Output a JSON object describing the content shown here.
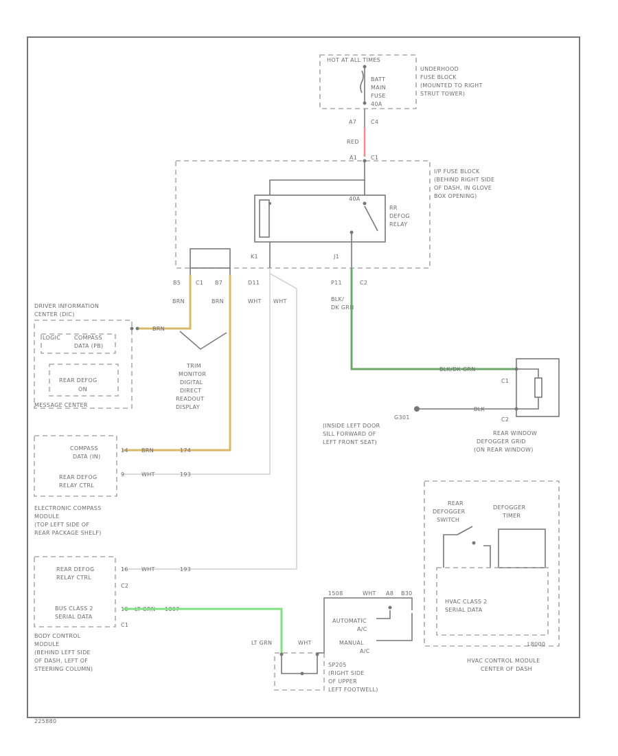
{
  "labels": {
    "hot_at_all_times": "HOT AT ALL TIMES",
    "batt": "BATT",
    "main": "MAIN",
    "fuse": "FUSE",
    "amp": "40A",
    "underhood_1": "UNDERHOOD",
    "underhood_2": "FUSE BLOCK",
    "underhood_3": "(MOUNTED TO RIGHT",
    "underhood_4": "STRUT TOWER)",
    "pin_a7": "A7",
    "pin_c4": "C4",
    "red": "RED",
    "ip_pin_a1": "A1",
    "ip_pin_c1": "C1",
    "ip_fuse_1": "I/P FUSE BLOCK",
    "ip_fuse_2": "(BEHIND RIGHT SIDE",
    "ip_fuse_3": "OF DASH, IN GLOVE",
    "ip_fuse_4": "BOX OPENING)",
    "relay_amp": "40A",
    "relay_1": "RR",
    "relay_2": "DEFOG",
    "relay_3": "RELAY",
    "pin_k1": "K1",
    "pin_j1": "J1",
    "pin_b5": "B5",
    "pin_c1b": "C1",
    "pin_b7": "B7",
    "pin_d11": "D11",
    "pin_p11": "P11",
    "pin_c2": "C2",
    "brn1": "BRN",
    "brn2": "BRN",
    "wht1": "WHT",
    "wht2": "WHT",
    "blk_dk_1": "BLK/",
    "blk_dk_2": "DK GRN",
    "dic_1": "DRIVER INFORMATION",
    "dic_2": "CENTER (DIC)",
    "dic_brn": "BRN",
    "dic_logic": "LOGIC",
    "dic_compass_1": "COMPASS",
    "dic_compass_2": "DATA (PB)",
    "dic_rear_1": "REAR DEFOG",
    "dic_rear_2": "ON",
    "dic_message": "MESSAGE CENTER",
    "trim_1": "TRIM",
    "trim_2": "MONITOR",
    "trim_3": "DIGITAL",
    "trim_4": "DIRECT",
    "trim_5": "READOUT",
    "trim_6": "DISPLAY",
    "blk_dk_grn": "BLK/DK GRN",
    "blk": "BLK",
    "pin_c1r": "C1",
    "pin_c2r": "C2",
    "g301_1": "G301",
    "g301_2": "(INSIDE LEFT DOOR",
    "g301_3": "SILL FORWARD OF",
    "g301_4": "LEFT FRONT SEAT)",
    "rwd_1": "REAR WINDOW",
    "rwd_2": "DEFOGGER GRID",
    "rwd_3": "(ON REAR WINDOW)",
    "ecm_compass_1": "COMPASS",
    "ecm_compass_2": "DATA (IN)",
    "ecm_pin_14": "14",
    "ecm_brn": "BRN",
    "ecm_174": "174",
    "ecm_relay_1": "REAR DEFOG",
    "ecm_relay_2": "RELAY CTRL",
    "ecm_pin_9": "9",
    "ecm_wht": "WHT",
    "ecm_193": "193",
    "ecm_1": "ELECTRONIC COMPASS",
    "ecm_2": "MODULE",
    "ecm_3": "(TOP LEFT SIDE OF",
    "ecm_4": "REAR PACKAGE SHELF)",
    "bcm_relay_1": "REAR DEFOG",
    "bcm_relay_2": "RELAY CTRL",
    "bcm_pin_16": "16",
    "bcm_wht": "WHT",
    "bcm_193": "193",
    "bcm_c2": "C2",
    "bcm_class_1": "BUS CLASS 2",
    "bcm_class_2": "SERIAL DATA",
    "bcm_pin_10": "10",
    "bcm_ltgrn": "LT GRN",
    "bcm_1807": "1807",
    "bcm_c1": "C1",
    "bcm_1": "BODY CONTROL",
    "bcm_2": "MODULE",
    "bcm_3": "(BEHIND LEFT SIDE",
    "bcm_4": "OF DASH, LEFT OF",
    "bcm_5": "STEERING COLUMN)",
    "lt_grn": "LT GRN",
    "s_wht": "WHT",
    "s205_1": "SP205",
    "s205_2": "(RIGHT SIDE",
    "s205_3": "OF UPPER",
    "s205_4": "LEFT FOOTWELL)",
    "hv_1508": "1508",
    "hv_wht": "WHT",
    "hv_a8": "A8",
    "hv_b30": "B30",
    "hv_auto_1": "AUTOMATIC",
    "hv_auto_2": "A/C",
    "hv_man_1": "MANUAL",
    "hv_man_2": "A/C",
    "hv_rear_1": "REAR",
    "hv_rear_2": "DEFOGGER",
    "hv_rear_3": "SWITCH",
    "hv_defog_1": "DEFOGGER",
    "hv_defog_2": "TIMER",
    "hv_class_1": "HVAC CLASS 2",
    "hv_class_2": "SERIAL DATA",
    "hv_code": "L8000",
    "hv_1": "HVAC CONTROL MODULE",
    "hv_2": "CENTER OF DASH",
    "figure_id": "225880"
  }
}
